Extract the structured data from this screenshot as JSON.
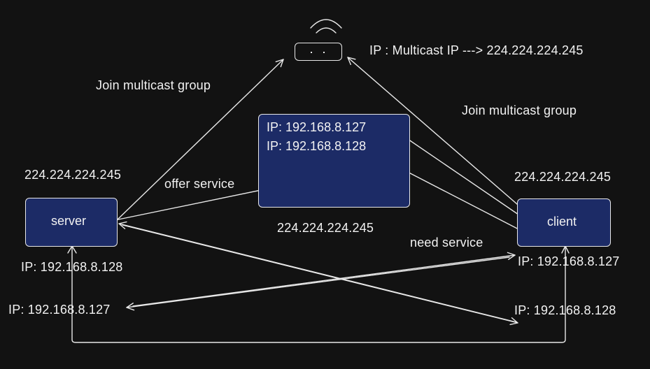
{
  "router": {
    "ip_label": "IP : Multicast IP ---> 224.224.224.245"
  },
  "server": {
    "label": "server",
    "multicast_addr": "224.224.224.245",
    "ip": "IP: 192.168.8.128"
  },
  "client": {
    "label": "client",
    "multicast_addr": "224.224.224.245",
    "ip": "IP: 192.168.8.127"
  },
  "registry": {
    "entries": [
      "IP: 192.168.8.127",
      "IP: 192.168.8.128"
    ],
    "multicast_addr": "224.224.224.245"
  },
  "edges": {
    "server_join": "Join multicast group",
    "client_join": "Join multicast group",
    "offer": "offer service",
    "need": "need  service",
    "to_server_ip": "IP: 192.168.8.127",
    "to_client_ip": "IP: 192.168.8.128"
  },
  "colors": {
    "background": "#121212",
    "node_fill": "#1c2b66",
    "stroke": "#e8e8e8",
    "text": "#f2f2f2"
  }
}
